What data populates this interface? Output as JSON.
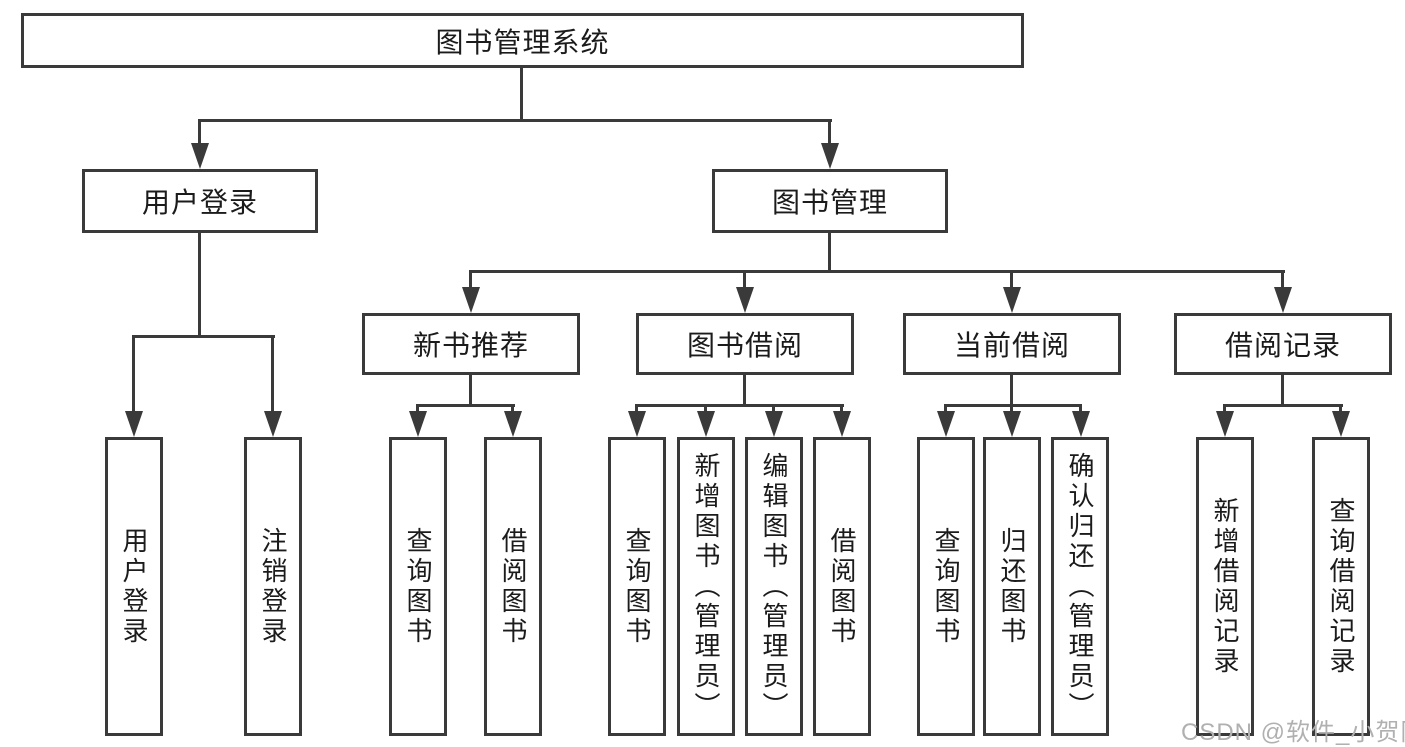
{
  "title": "图书管理系统",
  "level2": [
    {
      "label": "用户登录"
    },
    {
      "label": "图书管理"
    }
  ],
  "level3": [
    {
      "label": "新书推荐"
    },
    {
      "label": "图书借阅"
    },
    {
      "label": "当前借阅"
    },
    {
      "label": "借阅记录"
    }
  ],
  "leaves": {
    "user_login": [
      "用户登录",
      "注销登录"
    ],
    "new_book": [
      "查询图书",
      "借阅图书"
    ],
    "borrow": [
      "查询图书",
      "新增图书（管理员）",
      "编辑图书（管理员）",
      "借阅图书"
    ],
    "current": [
      "查询图书",
      "归还图书",
      "确认归还（管理员）"
    ],
    "records": [
      "新增借阅记录",
      "查询借阅记录"
    ]
  },
  "watermark": "CSDN @软件_小贺同学",
  "colors": {
    "line": "#3a3a3a",
    "text": "#1b1b1b",
    "box_bg": "#ffffff",
    "watermark": "#b0b0b0"
  }
}
